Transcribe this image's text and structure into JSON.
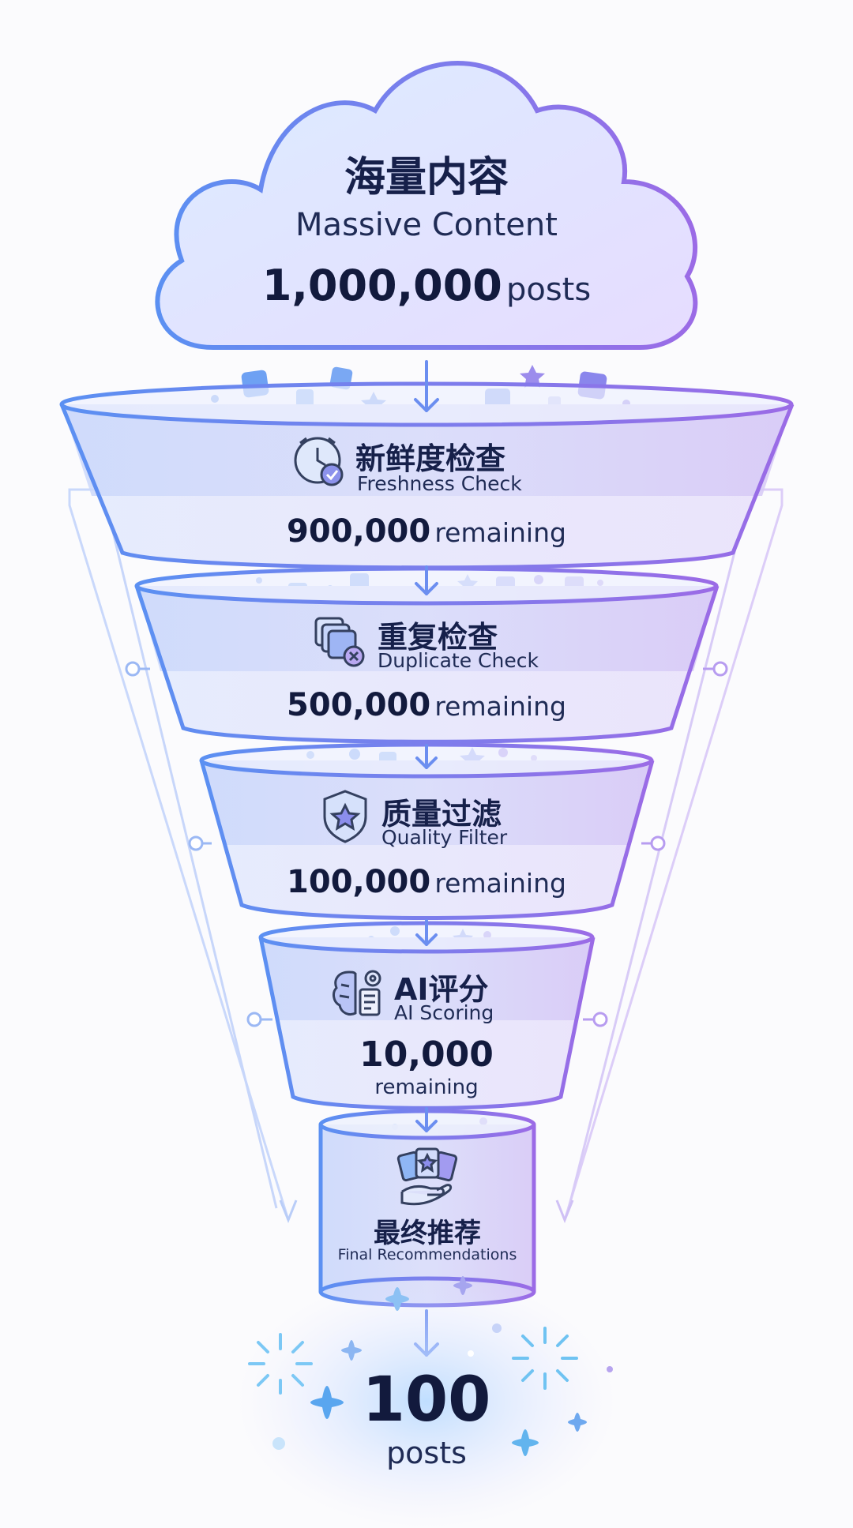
{
  "source": {
    "title_zh": "海量内容",
    "title_en": "Massive Content",
    "count": "1,000,000",
    "unit": "posts"
  },
  "stages": [
    {
      "title_zh": "新鲜度检查",
      "title_en": "Freshness Check",
      "count": "900,000",
      "unit": "remaining",
      "icon": "clock-check-icon"
    },
    {
      "title_zh": "重复检查",
      "title_en": "Duplicate Check",
      "count": "500,000",
      "unit": "remaining",
      "icon": "duplicate-cards-icon"
    },
    {
      "title_zh": "质量过滤",
      "title_en": "Quality Filter",
      "count": "100,000",
      "unit": "remaining",
      "icon": "shield-star-icon"
    },
    {
      "title_zh": "AI评分",
      "title_en": "AI Scoring",
      "count": "10,000",
      "unit": "remaining",
      "icon": "brain-gear-icon"
    }
  ],
  "final": {
    "title_zh": "最终推荐",
    "title_en": "Final Recommendations",
    "icon": "hand-cards-icon"
  },
  "result": {
    "count": "100",
    "unit": "posts"
  },
  "colors": {
    "accent_blue": "#5a8ff0",
    "accent_purple": "#9a6ee6",
    "fill_light": "#dfe4fb",
    "text_dark": "#141c3a"
  }
}
